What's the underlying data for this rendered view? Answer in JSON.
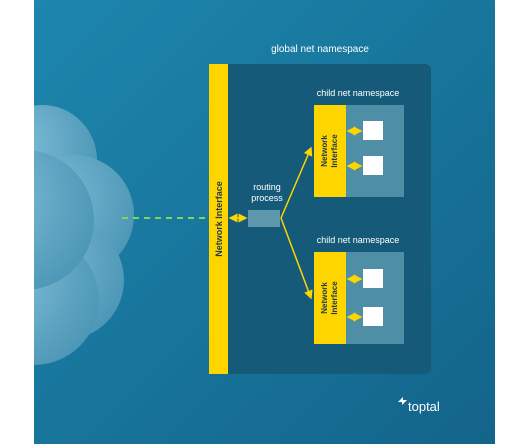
{
  "diagram": {
    "global_label": "global net namespace",
    "outer_interface_label": "Network Interface",
    "routing_label_line1": "routing",
    "routing_label_line2": "process",
    "child_top": {
      "label": "child net namespace",
      "interface_line1": "Network",
      "interface_line2": "Interface"
    },
    "child_bottom": {
      "label": "child net namespace",
      "interface_line1": "Network",
      "interface_line2": "Interface"
    },
    "brand": "toptal",
    "colors": {
      "background": "#1b7ea5",
      "global_box": "#155a78",
      "child_box": "#4e8fa5",
      "interface": "#ffd500",
      "cloud": "#5aa4c3",
      "link_dashed": "#7fd65a",
      "arrow": "#ffd500"
    }
  }
}
